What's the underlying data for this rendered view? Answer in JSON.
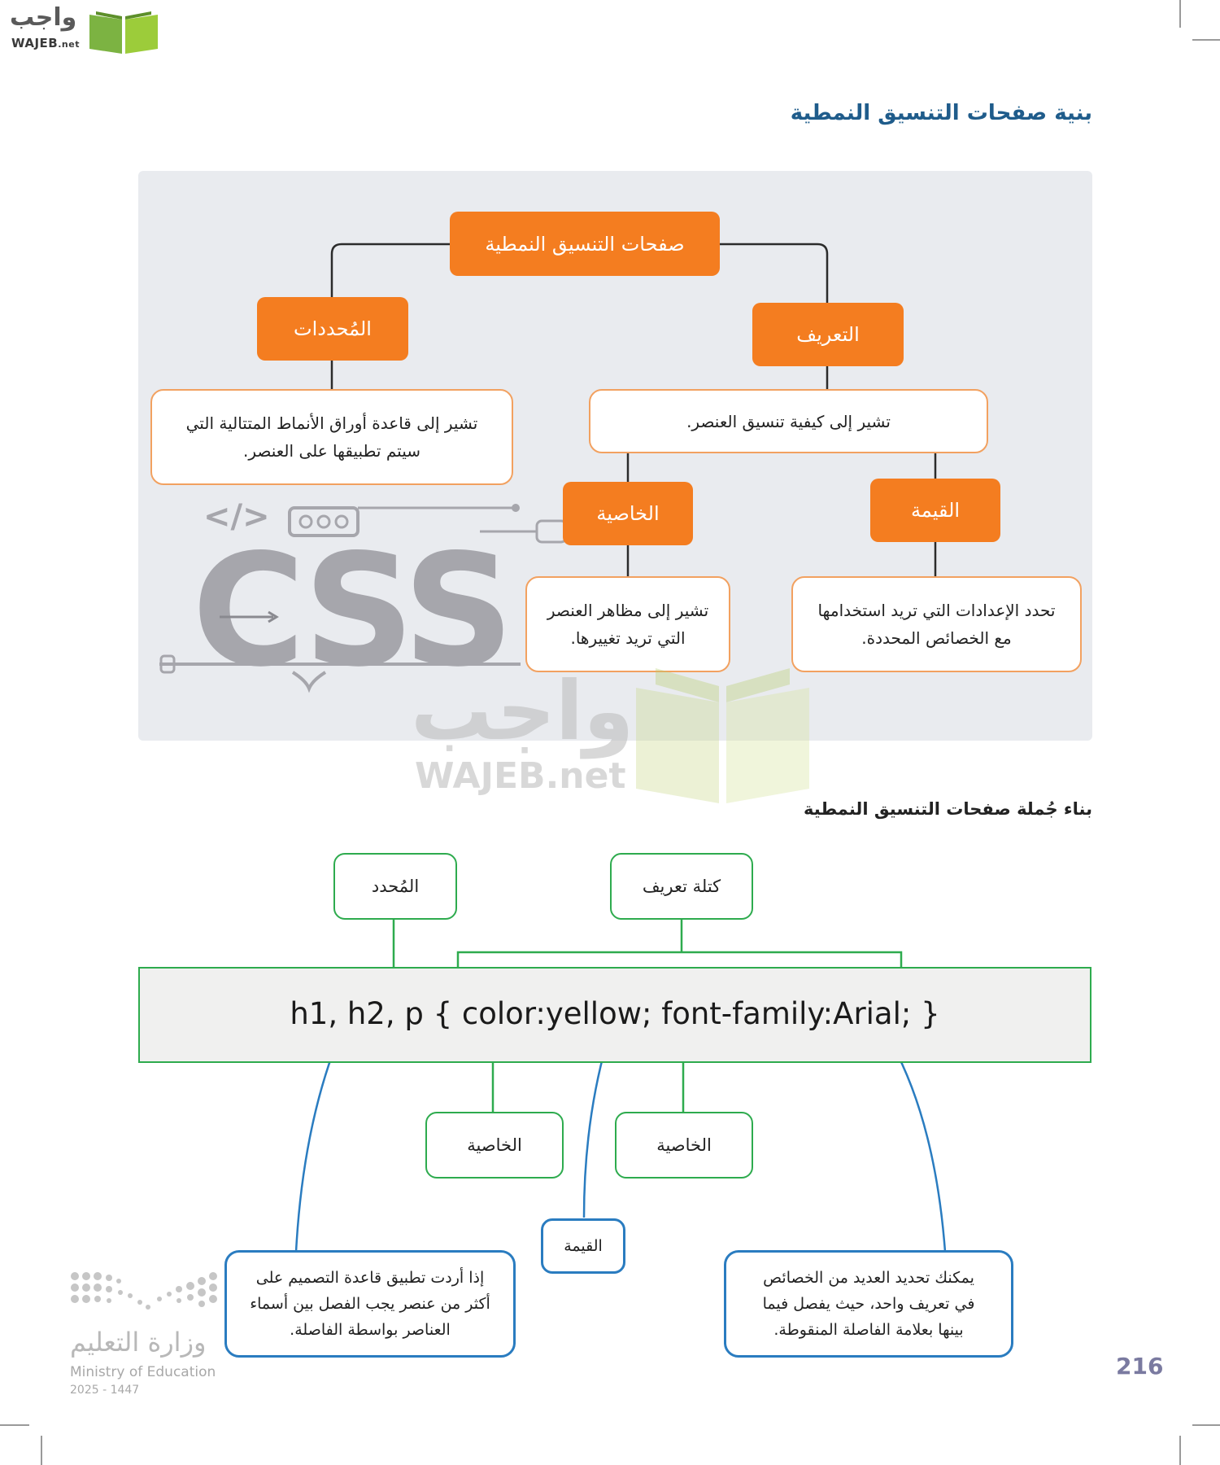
{
  "brand": {
    "arabic": "واجب",
    "latin": "WAJEB",
    "suffix": ".net"
  },
  "section_title": "بنية صفحات التنسيق النمطية",
  "diagram": {
    "root": "صفحات التنسيق النمطية",
    "selectors": {
      "label": "المُحددات",
      "desc_line1": "تشير إلى قاعدة أوراق الأنماط المتتالية التي",
      "desc_line2": "سيتم تطبيقها على العنصر."
    },
    "definition": {
      "label": "التعريف",
      "desc": "تشير إلى كيفية تنسيق العنصر."
    },
    "property": {
      "label": "الخاصية",
      "desc_line1": "تشير إلى مظاهر العنصر",
      "desc_line2": "التي تريد تغييرها."
    },
    "value": {
      "label": "القيمة",
      "desc_line1": "تحدد الإعدادات التي تريد استخدامها",
      "desc_line2": "مع الخصائص المحددة."
    },
    "art_text": "CSS",
    "art_tag": "</>"
  },
  "watermark": {
    "arabic": "واجب",
    "latin": "WAJEB.net"
  },
  "syntax_title": "بناء جُملة صفحات التنسيق النمطية",
  "syntax": {
    "selector_label": "المُحدد",
    "block_label": "كتلة تعريف",
    "code": "h1, h2, p { color:yellow; font-family:Arial; }",
    "property_label_1": "الخاصية",
    "property_label_2": "الخاصية",
    "value_label": "القيمة",
    "note_left_line1": "إذا أردت تطبيق قاعدة التصميم على",
    "note_left_line2": "أكثر من عنصر يجب الفصل بين أسماء",
    "note_left_line3": "العناصر بواسطة الفاصلة.",
    "note_right_line1": "يمكنك تحديد العديد من الخصائص",
    "note_right_line2": "في تعريف واحد، حيث يفصل فيما",
    "note_right_line3": "بينها بعلامة الفاصلة المنقوطة."
  },
  "ministry": {
    "arabic": "وزارة التعليم",
    "english": "Ministry of Education",
    "year": "2025 - 1447"
  },
  "page_number": "216",
  "colors": {
    "orange": "#f47d20",
    "green": "#2eab4e",
    "blue": "#2a7cc0",
    "title_blue": "#1f5c8b"
  }
}
